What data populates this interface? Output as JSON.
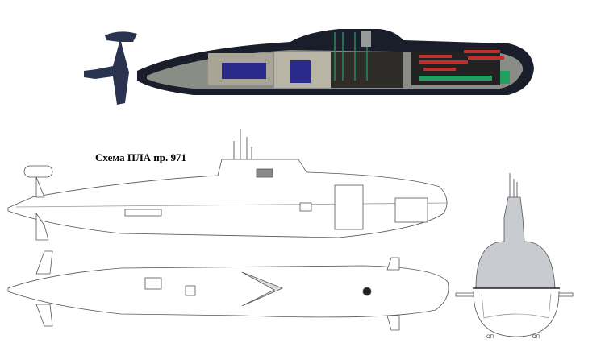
{
  "diagram": {
    "title": "Схема ПЛА пр. 971",
    "section_labels": [
      "ОП",
      "ОП"
    ],
    "colors": {
      "hull_dark": "#1a1d2a",
      "reactor_blue": "#2a2a8a",
      "torpedo_red": "#c0302a",
      "green": "#1fa060",
      "drawing_gray": "#c8cbd0"
    }
  }
}
